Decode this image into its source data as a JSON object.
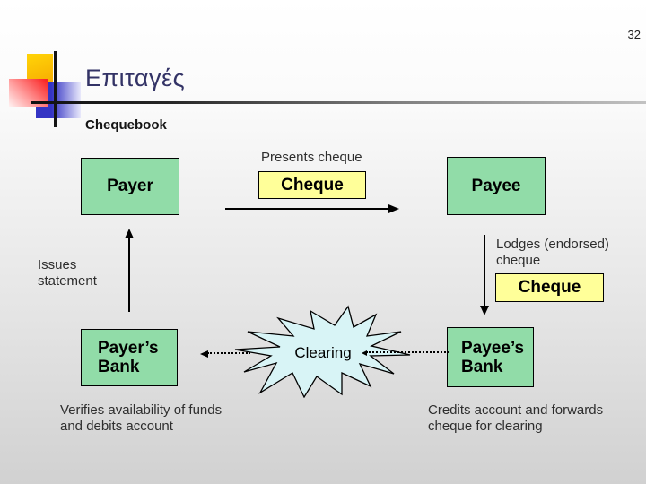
{
  "page_number": "32",
  "header": {
    "title": "Επιταγές",
    "subtitle": "Chequebook"
  },
  "flow": {
    "presents_label": "Presents cheque",
    "payer_label": "Payer",
    "cheque_label_top": "Cheque",
    "payee_label": "Payee",
    "issues_label": "Issues\nstatement",
    "lodges_label": "Lodges (endorsed)\ncheque",
    "cheque_label_mid": "Cheque",
    "payers_bank_label": "Payer’s\nBank",
    "clearing_label": "Clearing",
    "payees_bank_label": "Payee’s\nBank",
    "payers_bank_note": "Verifies availability of funds\nand debits account",
    "payees_bank_note": "Credits account and forwards\ncheque for clearing"
  },
  "colors": {
    "entity_green": "#91dca8",
    "cheque_yellow": "#ffff99",
    "clearing_cyan": "#d8f4f6",
    "title_navy": "#333366",
    "arrow_black": "#000000"
  }
}
